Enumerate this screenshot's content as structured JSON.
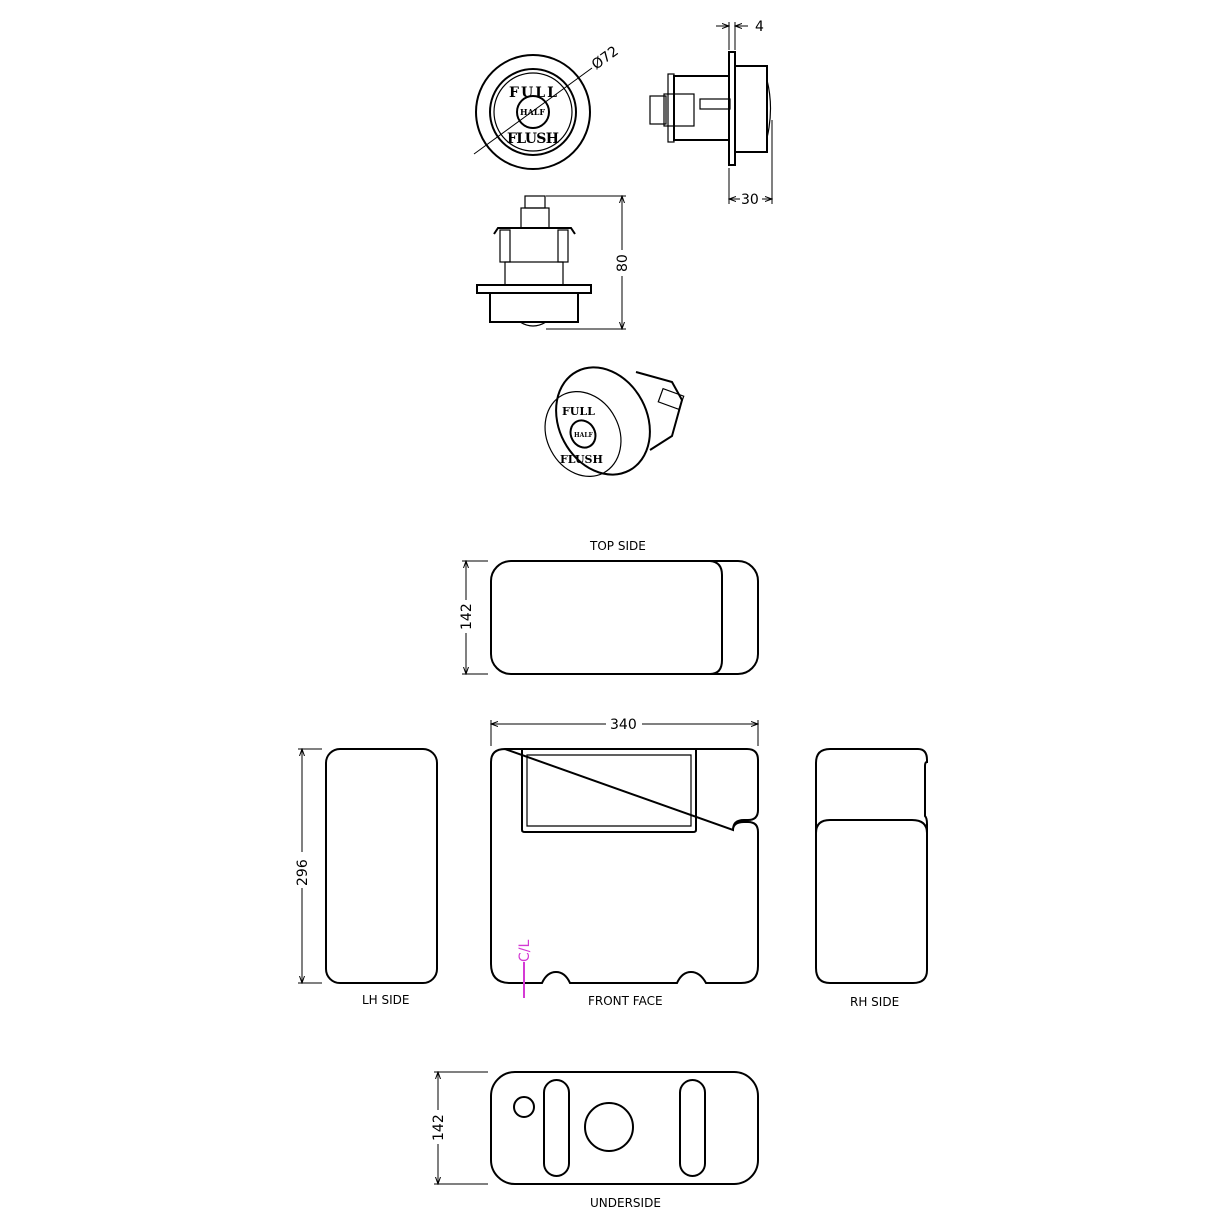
{
  "button": {
    "front_text_top": "FULL",
    "front_text_bottom": "FLUSH",
    "center_text": "HALF",
    "dim_diameter": "Ø72",
    "dim_flange": "4",
    "dim_depth": "30",
    "dim_height": "80"
  },
  "views": {
    "top_side": "TOP SIDE",
    "lh_side": "LH SIDE",
    "front_face": "FRONT FACE",
    "rh_side": "RH SIDE",
    "underside": "UNDERSIDE"
  },
  "dimensions": {
    "top_depth": "142",
    "width": "340",
    "height": "296",
    "under_depth": "142"
  },
  "centerline_label": "C/L",
  "colors": {
    "line": "#000000",
    "centerline": "#d43ad4"
  }
}
